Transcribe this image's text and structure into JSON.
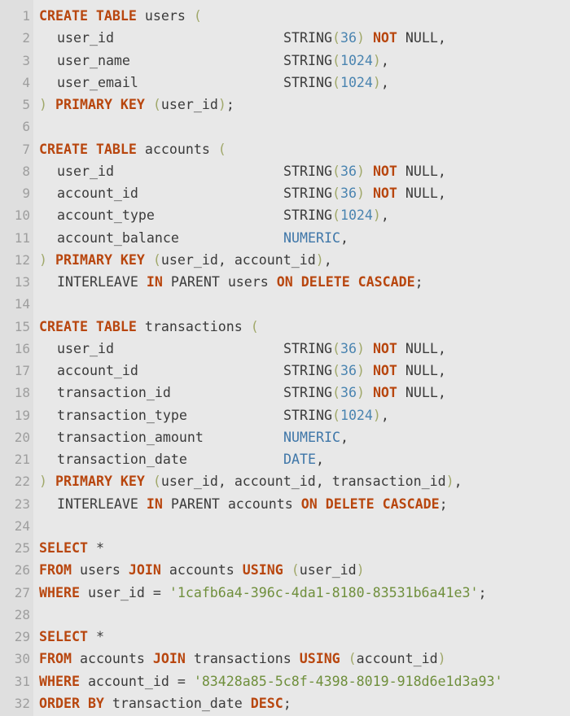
{
  "editor": {
    "lines": [
      {
        "n": "1",
        "tokens": [
          {
            "t": "CREATE TABLE",
            "c": "kw"
          },
          {
            "t": " users ",
            "c": ""
          },
          {
            "t": "(",
            "c": "paren"
          }
        ]
      },
      {
        "n": "2",
        "indent": true,
        "name": "user_id",
        "col2": [
          {
            "t": "STRING",
            "c": "typ"
          },
          {
            "t": "(",
            "c": "paren"
          },
          {
            "t": "36",
            "c": "num"
          },
          {
            "t": ")",
            "c": "paren"
          },
          {
            "t": " ",
            "c": ""
          },
          {
            "t": "NOT",
            "c": "kw"
          },
          {
            "t": " NULL,",
            "c": ""
          }
        ]
      },
      {
        "n": "3",
        "indent": true,
        "name": "user_name",
        "col2": [
          {
            "t": "STRING",
            "c": "typ"
          },
          {
            "t": "(",
            "c": "paren"
          },
          {
            "t": "1024",
            "c": "num"
          },
          {
            "t": ")",
            "c": "paren"
          },
          {
            "t": ",",
            "c": ""
          }
        ]
      },
      {
        "n": "4",
        "indent": true,
        "name": "user_email",
        "col2": [
          {
            "t": "STRING",
            "c": "typ"
          },
          {
            "t": "(",
            "c": "paren"
          },
          {
            "t": "1024",
            "c": "num"
          },
          {
            "t": ")",
            "c": "paren"
          },
          {
            "t": ",",
            "c": ""
          }
        ]
      },
      {
        "n": "5",
        "tokens": [
          {
            "t": ")",
            "c": "paren"
          },
          {
            "t": " ",
            "c": ""
          },
          {
            "t": "PRIMARY KEY",
            "c": "kw"
          },
          {
            "t": " ",
            "c": ""
          },
          {
            "t": "(",
            "c": "paren"
          },
          {
            "t": "user_id",
            "c": ""
          },
          {
            "t": ")",
            "c": "paren"
          },
          {
            "t": ";",
            "c": ""
          }
        ]
      },
      {
        "n": "6",
        "tokens": []
      },
      {
        "n": "7",
        "tokens": [
          {
            "t": "CREATE TABLE",
            "c": "kw"
          },
          {
            "t": " accounts ",
            "c": ""
          },
          {
            "t": "(",
            "c": "paren"
          }
        ]
      },
      {
        "n": "8",
        "indent": true,
        "name": "user_id",
        "col2": [
          {
            "t": "STRING",
            "c": "typ"
          },
          {
            "t": "(",
            "c": "paren"
          },
          {
            "t": "36",
            "c": "num"
          },
          {
            "t": ")",
            "c": "paren"
          },
          {
            "t": " ",
            "c": ""
          },
          {
            "t": "NOT",
            "c": "kw"
          },
          {
            "t": " NULL,",
            "c": ""
          }
        ]
      },
      {
        "n": "9",
        "indent": true,
        "name": "account_id",
        "col2": [
          {
            "t": "STRING",
            "c": "typ"
          },
          {
            "t": "(",
            "c": "paren"
          },
          {
            "t": "36",
            "c": "num"
          },
          {
            "t": ")",
            "c": "paren"
          },
          {
            "t": " ",
            "c": ""
          },
          {
            "t": "NOT",
            "c": "kw"
          },
          {
            "t": " NULL,",
            "c": ""
          }
        ]
      },
      {
        "n": "10",
        "indent": true,
        "name": "account_type",
        "col2": [
          {
            "t": "STRING",
            "c": "typ"
          },
          {
            "t": "(",
            "c": "paren"
          },
          {
            "t": "1024",
            "c": "num"
          },
          {
            "t": ")",
            "c": "paren"
          },
          {
            "t": ",",
            "c": ""
          }
        ]
      },
      {
        "n": "11",
        "indent": true,
        "name": "account_balance",
        "col2": [
          {
            "t": "NUMERIC",
            "c": "typ2"
          },
          {
            "t": ",",
            "c": ""
          }
        ]
      },
      {
        "n": "12",
        "tokens": [
          {
            "t": ")",
            "c": "paren"
          },
          {
            "t": " ",
            "c": ""
          },
          {
            "t": "PRIMARY KEY",
            "c": "kw"
          },
          {
            "t": " ",
            "c": ""
          },
          {
            "t": "(",
            "c": "paren"
          },
          {
            "t": "user_id, account_id",
            "c": ""
          },
          {
            "t": ")",
            "c": "paren"
          },
          {
            "t": ",",
            "c": ""
          }
        ]
      },
      {
        "n": "13",
        "indent": true,
        "tokens": [
          {
            "t": "INTERLEAVE ",
            "c": ""
          },
          {
            "t": "IN",
            "c": "kw"
          },
          {
            "t": " PARENT users ",
            "c": ""
          },
          {
            "t": "ON DELETE CASCADE",
            "c": "kw"
          },
          {
            "t": ";",
            "c": ""
          }
        ]
      },
      {
        "n": "14",
        "tokens": []
      },
      {
        "n": "15",
        "tokens": [
          {
            "t": "CREATE TABLE",
            "c": "kw"
          },
          {
            "t": " transactions ",
            "c": ""
          },
          {
            "t": "(",
            "c": "paren"
          }
        ]
      },
      {
        "n": "16",
        "indent": true,
        "name": "user_id",
        "col2": [
          {
            "t": "STRING",
            "c": "typ"
          },
          {
            "t": "(",
            "c": "paren"
          },
          {
            "t": "36",
            "c": "num"
          },
          {
            "t": ")",
            "c": "paren"
          },
          {
            "t": " ",
            "c": ""
          },
          {
            "t": "NOT",
            "c": "kw"
          },
          {
            "t": " NULL,",
            "c": ""
          }
        ]
      },
      {
        "n": "17",
        "indent": true,
        "name": "account_id",
        "col2": [
          {
            "t": "STRING",
            "c": "typ"
          },
          {
            "t": "(",
            "c": "paren"
          },
          {
            "t": "36",
            "c": "num"
          },
          {
            "t": ")",
            "c": "paren"
          },
          {
            "t": " ",
            "c": ""
          },
          {
            "t": "NOT",
            "c": "kw"
          },
          {
            "t": " NULL,",
            "c": ""
          }
        ]
      },
      {
        "n": "18",
        "indent": true,
        "name": "transaction_id",
        "col2": [
          {
            "t": "STRING",
            "c": "typ"
          },
          {
            "t": "(",
            "c": "paren"
          },
          {
            "t": "36",
            "c": "num"
          },
          {
            "t": ")",
            "c": "paren"
          },
          {
            "t": " ",
            "c": ""
          },
          {
            "t": "NOT",
            "c": "kw"
          },
          {
            "t": " NULL,",
            "c": ""
          }
        ]
      },
      {
        "n": "19",
        "indent": true,
        "name": "transaction_type",
        "col2": [
          {
            "t": "STRING",
            "c": "typ"
          },
          {
            "t": "(",
            "c": "paren"
          },
          {
            "t": "1024",
            "c": "num"
          },
          {
            "t": ")",
            "c": "paren"
          },
          {
            "t": ",",
            "c": ""
          }
        ]
      },
      {
        "n": "20",
        "indent": true,
        "name": "transaction_amount",
        "col2": [
          {
            "t": "NUMERIC",
            "c": "typ2"
          },
          {
            "t": ",",
            "c": ""
          }
        ]
      },
      {
        "n": "21",
        "indent": true,
        "name": "transaction_date",
        "col2": [
          {
            "t": "DATE",
            "c": "typ2"
          },
          {
            "t": ",",
            "c": ""
          }
        ]
      },
      {
        "n": "22",
        "tokens": [
          {
            "t": ")",
            "c": "paren"
          },
          {
            "t": " ",
            "c": ""
          },
          {
            "t": "PRIMARY KEY",
            "c": "kw"
          },
          {
            "t": " ",
            "c": ""
          },
          {
            "t": "(",
            "c": "paren"
          },
          {
            "t": "user_id, account_id, transaction_id",
            "c": ""
          },
          {
            "t": ")",
            "c": "paren"
          },
          {
            "t": ",",
            "c": ""
          }
        ]
      },
      {
        "n": "23",
        "indent": true,
        "tokens": [
          {
            "t": "INTERLEAVE ",
            "c": ""
          },
          {
            "t": "IN",
            "c": "kw"
          },
          {
            "t": " PARENT accounts ",
            "c": ""
          },
          {
            "t": "ON DELETE CASCADE",
            "c": "kw"
          },
          {
            "t": ";",
            "c": ""
          }
        ]
      },
      {
        "n": "24",
        "tokens": []
      },
      {
        "n": "25",
        "tokens": [
          {
            "t": "SELECT",
            "c": "kw"
          },
          {
            "t": " *",
            "c": ""
          }
        ]
      },
      {
        "n": "26",
        "tokens": [
          {
            "t": "FROM",
            "c": "kw"
          },
          {
            "t": " users ",
            "c": ""
          },
          {
            "t": "JOIN",
            "c": "kw"
          },
          {
            "t": " accounts ",
            "c": ""
          },
          {
            "t": "USING",
            "c": "kw"
          },
          {
            "t": " ",
            "c": ""
          },
          {
            "t": "(",
            "c": "paren"
          },
          {
            "t": "user_id",
            "c": ""
          },
          {
            "t": ")",
            "c": "paren"
          }
        ]
      },
      {
        "n": "27",
        "tokens": [
          {
            "t": "WHERE",
            "c": "kw"
          },
          {
            "t": " user_id = ",
            "c": ""
          },
          {
            "t": "'1cafb6a4-396c-4da1-8180-83531b6a41e3'",
            "c": "str"
          },
          {
            "t": ";",
            "c": ""
          }
        ]
      },
      {
        "n": "28",
        "tokens": []
      },
      {
        "n": "29",
        "tokens": [
          {
            "t": "SELECT",
            "c": "kw"
          },
          {
            "t": " *",
            "c": ""
          }
        ]
      },
      {
        "n": "30",
        "tokens": [
          {
            "t": "FROM",
            "c": "kw"
          },
          {
            "t": " accounts ",
            "c": ""
          },
          {
            "t": "JOIN",
            "c": "kw"
          },
          {
            "t": " transactions ",
            "c": ""
          },
          {
            "t": "USING",
            "c": "kw"
          },
          {
            "t": " ",
            "c": ""
          },
          {
            "t": "(",
            "c": "paren"
          },
          {
            "t": "account_id",
            "c": ""
          },
          {
            "t": ")",
            "c": "paren"
          }
        ]
      },
      {
        "n": "31",
        "tokens": [
          {
            "t": "WHERE",
            "c": "kw"
          },
          {
            "t": " account_id = ",
            "c": ""
          },
          {
            "t": "'83428a85-5c8f-4398-8019-918d6e1d3a93'",
            "c": "str"
          }
        ]
      },
      {
        "n": "32",
        "tokens": [
          {
            "t": "ORDER BY",
            "c": "kw"
          },
          {
            "t": " transaction_date ",
            "c": ""
          },
          {
            "t": "DESC",
            "c": "kw"
          },
          {
            "t": ";",
            "c": ""
          }
        ]
      }
    ]
  }
}
